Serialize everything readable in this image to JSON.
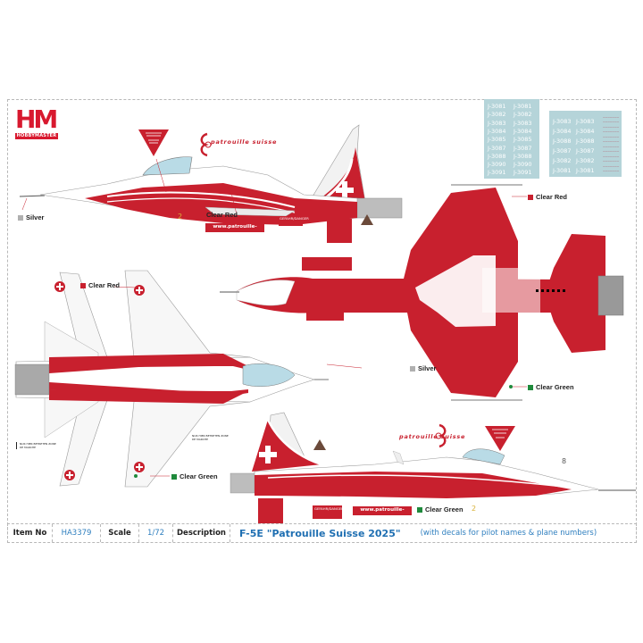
{
  "brand": {
    "logo_text": "HM",
    "logo_subtext": "HOBBYMASTER"
  },
  "colors": {
    "clear_red": "#c8202e",
    "clear_green": "#1f8a3c",
    "silver": "#b0b0b0",
    "canopy": "#b9dbe6",
    "decal_sheet": "#b5d4d9",
    "accent_blue": "#1f6fb2"
  },
  "callouts": {
    "silver_left": "Silver",
    "clear_red_side": "Clear Red",
    "clear_red_top": "Clear Red",
    "clear_red_bottom": "Clear Red",
    "silver_bottom": "Silver",
    "clear_green_top": "Clear Green",
    "clear_green_bottom": "Clear Green",
    "clear_green_side": "Clear Green"
  },
  "decals": {
    "url_label_top": "www.patrouille-suisse.ch",
    "url_label_bottom": "www.patrouille-suisse.ch",
    "team_script_top": "patrouille suisse",
    "team_script_bottom": "patrouille suisse",
    "danger_label": "GEFAHR/DANGER",
    "walkway_text": "NUR HIER BETRETEN ZONE DE MARCHE",
    "walkway_text_mirrored": "NUR HIER BETRETEN ZONE DE MARCHE",
    "fuel_number_top": "2",
    "fuel_number_bottom": "2",
    "panel_number": "8",
    "sheet_left_numbers": [
      [
        "J-3081",
        "J-3081"
      ],
      [
        "J-3082",
        "J-3082"
      ],
      [
        "J-3083",
        "J-3083"
      ],
      [
        "J-3084",
        "J-3084"
      ],
      [
        "J-3085",
        "J-3085"
      ],
      [
        "J-3087",
        "J-3087"
      ],
      [
        "J-3088",
        "J-3088"
      ],
      [
        "J-3090",
        "J-3090"
      ],
      [
        "J-3091",
        "J-3091"
      ]
    ],
    "sheet_right_numbers": [
      [
        "J-3083",
        "J-3083"
      ],
      [
        "J-3084",
        "J-3084"
      ],
      [
        "J-3088",
        "J-3088"
      ],
      [
        "J-3087",
        "J-3087"
      ],
      [
        "J-3082",
        "J-3082"
      ],
      [
        "J-3081",
        "J-3081"
      ]
    ]
  },
  "info_table": {
    "item_no_label": "Item No",
    "item_no_value": "HA3379",
    "scale_label": "Scale",
    "scale_value": "1/72",
    "description_label": "Description",
    "description_value": "F-5E \"Patrouille Suisse 2025\"",
    "description_note": "(with decals for pilot names & plane numbers)"
  }
}
